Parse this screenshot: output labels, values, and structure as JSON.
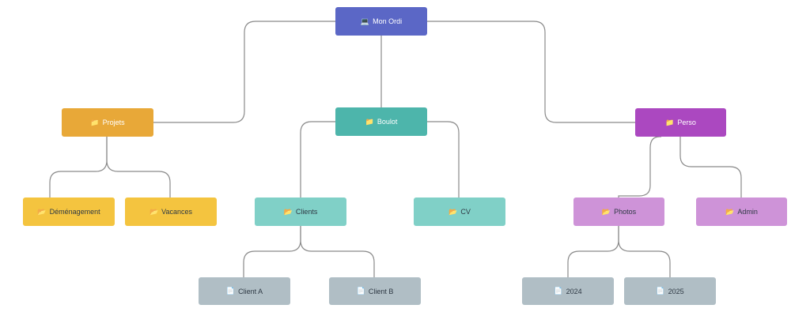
{
  "colors": {
    "root": "#5b67c6",
    "projets": "#e8a838",
    "projets_child": "#f4c43f",
    "boulot": "#4db5ab",
    "boulot_child": "#80d0c7",
    "perso": "#ab48c0",
    "perso_child": "#ce93d8",
    "file": "#b0bec5",
    "edge": "#8a8a8a"
  },
  "nodes": [
    {
      "id": "mon-ordi",
      "label": "Mon Ordi",
      "icon": "laptop-icon",
      "glyph": "💻",
      "color": "root",
      "text": "light"
    },
    {
      "id": "projets",
      "label": "Projets",
      "icon": "folder-icon",
      "glyph": "📁",
      "color": "projets",
      "text": "light"
    },
    {
      "id": "boulot",
      "label": "Boulot",
      "icon": "folder-icon",
      "glyph": "📁",
      "color": "boulot",
      "text": "light"
    },
    {
      "id": "perso",
      "label": "Perso",
      "icon": "folder-icon",
      "glyph": "📁",
      "color": "perso",
      "text": "light"
    },
    {
      "id": "demenagement",
      "label": "Déménagement",
      "icon": "open-folder-icon",
      "glyph": "📂",
      "color": "projets_child",
      "text": "dark"
    },
    {
      "id": "vacances",
      "label": "Vacances",
      "icon": "open-folder-icon",
      "glyph": "📂",
      "color": "projets_child",
      "text": "dark"
    },
    {
      "id": "clients",
      "label": "Clients",
      "icon": "open-folder-icon",
      "glyph": "📂",
      "color": "boulot_child",
      "text": "dark"
    },
    {
      "id": "cv",
      "label": "CV",
      "icon": "open-folder-icon",
      "glyph": "📂",
      "color": "boulot_child",
      "text": "dark"
    },
    {
      "id": "photos",
      "label": "Photos",
      "icon": "open-folder-icon",
      "glyph": "📂",
      "color": "perso_child",
      "text": "dark"
    },
    {
      "id": "admin",
      "label": "Admin",
      "icon": "open-folder-icon",
      "glyph": "📂",
      "color": "perso_child",
      "text": "dark"
    },
    {
      "id": "client-a",
      "label": "Client A",
      "icon": "file-icon",
      "glyph": "📄",
      "color": "file",
      "text": "dark"
    },
    {
      "id": "client-b",
      "label": "Client B",
      "icon": "file-icon",
      "glyph": "📄",
      "color": "file",
      "text": "dark"
    },
    {
      "id": "y2024",
      "label": "2024",
      "icon": "file-icon",
      "glyph": "📄",
      "color": "file",
      "text": "dark"
    },
    {
      "id": "y2025",
      "label": "2025",
      "icon": "file-icon",
      "glyph": "📄",
      "color": "file",
      "text": "dark"
    }
  ],
  "edges": [
    [
      "mon-ordi",
      "projets"
    ],
    [
      "mon-ordi",
      "boulot"
    ],
    [
      "mon-ordi",
      "perso"
    ],
    [
      "projets",
      "demenagement"
    ],
    [
      "projets",
      "vacances"
    ],
    [
      "boulot",
      "clients"
    ],
    [
      "boulot",
      "cv"
    ],
    [
      "perso",
      "photos"
    ],
    [
      "perso",
      "admin"
    ],
    [
      "clients",
      "client-a"
    ],
    [
      "clients",
      "client-b"
    ],
    [
      "photos",
      "y2024"
    ],
    [
      "photos",
      "y2025"
    ]
  ]
}
